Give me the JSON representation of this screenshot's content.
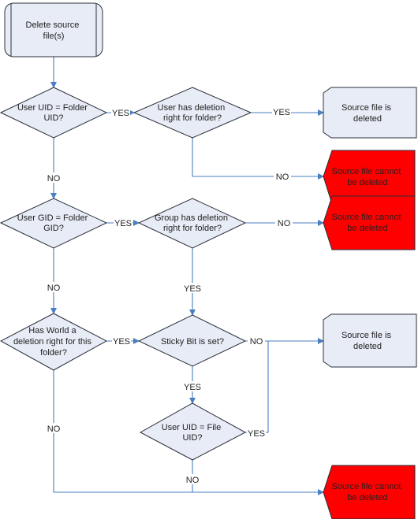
{
  "nodes": {
    "start": [
      "Delete source",
      "file(s)"
    ],
    "d_uid": [
      "User UID = Folder",
      "UID?"
    ],
    "d_user_right": [
      "User has deletion",
      "right for folder?"
    ],
    "deleted_1": [
      "Source file is",
      "deleted"
    ],
    "denied_1": [
      "Source file cannot",
      "be deleted"
    ],
    "d_gid": [
      "User GID = Folder",
      "GID?"
    ],
    "d_group_right": [
      "Group has deletion",
      "right for folder?"
    ],
    "denied_2": [
      "Source file cannot",
      "be deleted"
    ],
    "d_world": [
      "Has World a",
      "deletion right for this",
      "folder?"
    ],
    "d_sticky": [
      "Sticky Bit is set?"
    ],
    "deleted_2": [
      "Source file is",
      "deleted"
    ],
    "d_file_uid": [
      "User UID = File",
      "UID?"
    ],
    "denied_3": [
      "Source file cannot",
      "be deleted"
    ]
  },
  "edge_labels": {
    "uid_yes": "YES",
    "user_right_yes": "YES",
    "user_right_no": "NO",
    "uid_no": "NO",
    "gid_yes": "YES",
    "group_right_no": "NO",
    "gid_no": "NO",
    "group_right_yes": "YES",
    "world_yes": "YES",
    "sticky_no": "NO",
    "sticky_yes": "YES",
    "file_uid_yes": "YES",
    "world_no": "NO",
    "file_uid_no": "NO"
  },
  "colors": {
    "shape_fill": "#e8ecf6",
    "terminal_denied_fill": "#ff0000",
    "connector": "#4a7fc1"
  }
}
